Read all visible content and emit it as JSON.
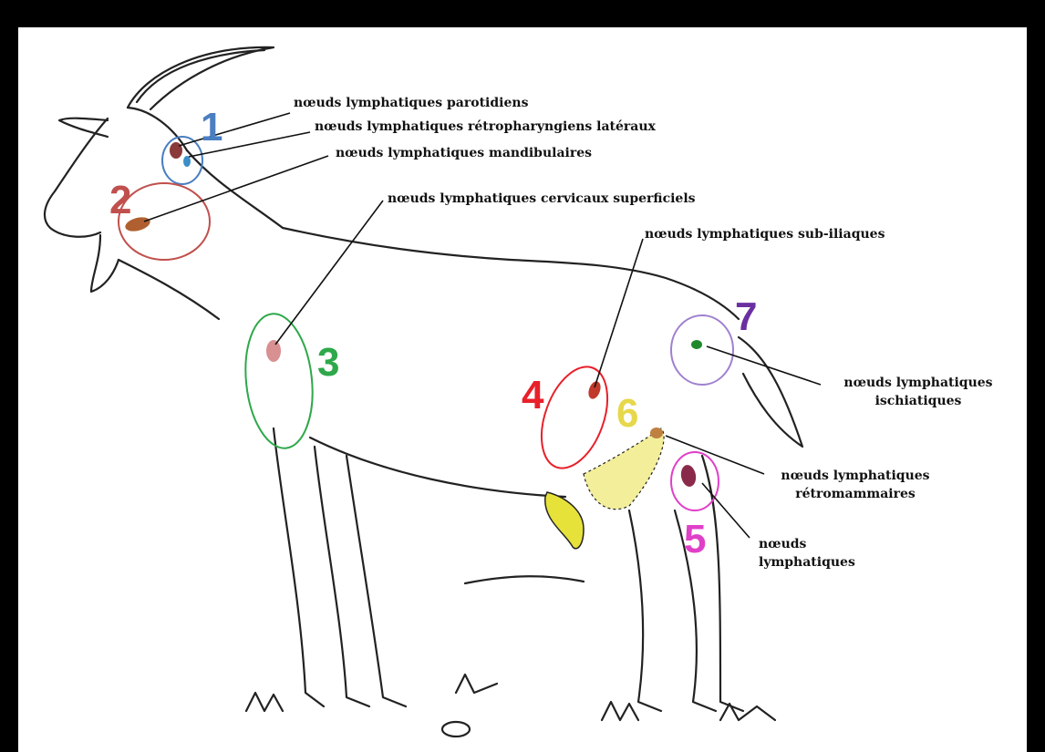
{
  "labels": {
    "parotid": "nœuds lymphatiques parotidiens",
    "retropharyngeal": "nœuds lymphatiques rétropharyngiens latéraux",
    "mandibular": "nœuds lymphatiques mandibulaires",
    "superficial_cervical": "nœuds lymphatiques cervicaux superficiels",
    "subiliac": "nœuds lymphatiques sub-iliaques",
    "ischiatic_line1": "nœuds lymphatiques",
    "ischiatic_line2": "ischiatiques",
    "retromammary_line1": "nœuds lymphatiques",
    "retromammary_line2": "rétromammaires",
    "popliteal_line1": "nœuds",
    "popliteal_line2": "lymphatiques"
  },
  "numbers": [
    "1",
    "2",
    "3",
    "4",
    "5",
    "6",
    "7"
  ],
  "colors": {
    "n1": "#4a7fc1",
    "n2": "#c0504d",
    "n3": "#2ea84a",
    "n4": "#e8202a",
    "n5": "#e040c8",
    "n6": "#e6d84a",
    "n7": "#6a2fa0",
    "udder": "#e6e23a"
  }
}
